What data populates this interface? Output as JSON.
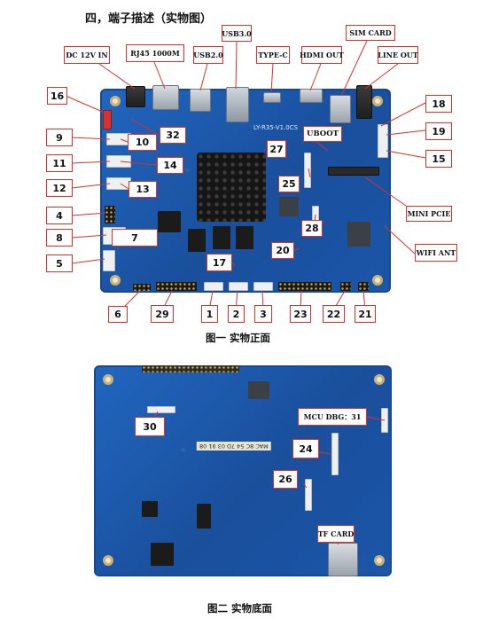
{
  "title": "四，端子描述（实物图）",
  "captions": {
    "front": "图一  实物正面",
    "back": "图二  实物底面"
  },
  "front_labels": {
    "dc": "DC 12V IN",
    "rj45": "RJ45 1000M",
    "usb2": "USB2.0",
    "usb3": "USB3.0",
    "typec": "TYPE-C",
    "hdmi": "HDMI OUT",
    "sim": "SIM   CARD",
    "lineout": "LINE OUT",
    "uboot": "UBOOT",
    "minipcie": "MINI PCIE",
    "wifi": "WIFI ANT"
  },
  "front_numbers": {
    "n16": "16",
    "n32": "32",
    "n9": "9",
    "n10": "10",
    "n11": "11",
    "n14": "14",
    "n12": "12",
    "n13": "13",
    "n4": "4",
    "n8": "8",
    "n7": "7",
    "n5": "5",
    "n27": "27",
    "n25": "25",
    "n28": "28",
    "n20": "20",
    "n17": "17",
    "n18": "18",
    "n19": "19",
    "n15": "15",
    "n6": "6",
    "n29": "29",
    "n1": "1",
    "n2": "2",
    "n3": "3",
    "n23": "23",
    "n22": "22",
    "n21": "21"
  },
  "back_labels": {
    "mcu": "MCU DBG：31",
    "tf": "TF CARD"
  },
  "back_numbers": {
    "n30": "30",
    "n24": "24",
    "n26": "26"
  },
  "board_silk": {
    "front": "LY-R35-V1.0CS",
    "back": "MAC 8C 54 7D 03 91 08"
  }
}
